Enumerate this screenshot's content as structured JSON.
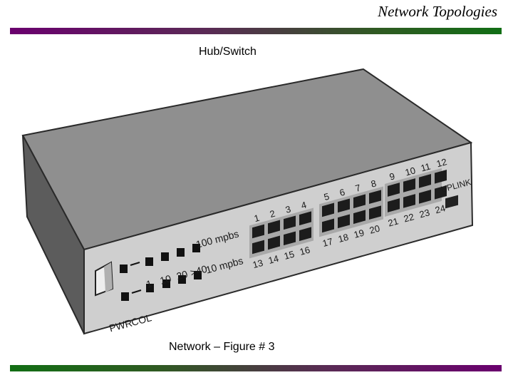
{
  "header": {
    "title": "Network Topologies"
  },
  "figure": {
    "heading": "Hub/Switch",
    "caption": "Network – Figure # 3"
  },
  "device": {
    "speed_high": "100 mpbs",
    "speed_low": "10 mpbs",
    "led_indicators": [
      "1",
      "10",
      "20",
      ">40"
    ],
    "power_label": "PWR",
    "collision_label": "COL",
    "uplink_label": "UPLINK",
    "port_numbers_top": [
      "1",
      "2",
      "3",
      "4",
      "5",
      "6",
      "7",
      "8",
      "9",
      "10",
      "11",
      "12"
    ],
    "port_numbers_bottom": [
      "13",
      "14",
      "15",
      "16",
      "17",
      "18",
      "19",
      "20",
      "21",
      "22",
      "23",
      "24"
    ]
  },
  "colors": {
    "rule_purple": "#6a006e",
    "rule_green": "#116e15",
    "device_top": "#8f8f8f",
    "device_side": "#5c5c5c",
    "device_front": "#cfcfcf"
  }
}
